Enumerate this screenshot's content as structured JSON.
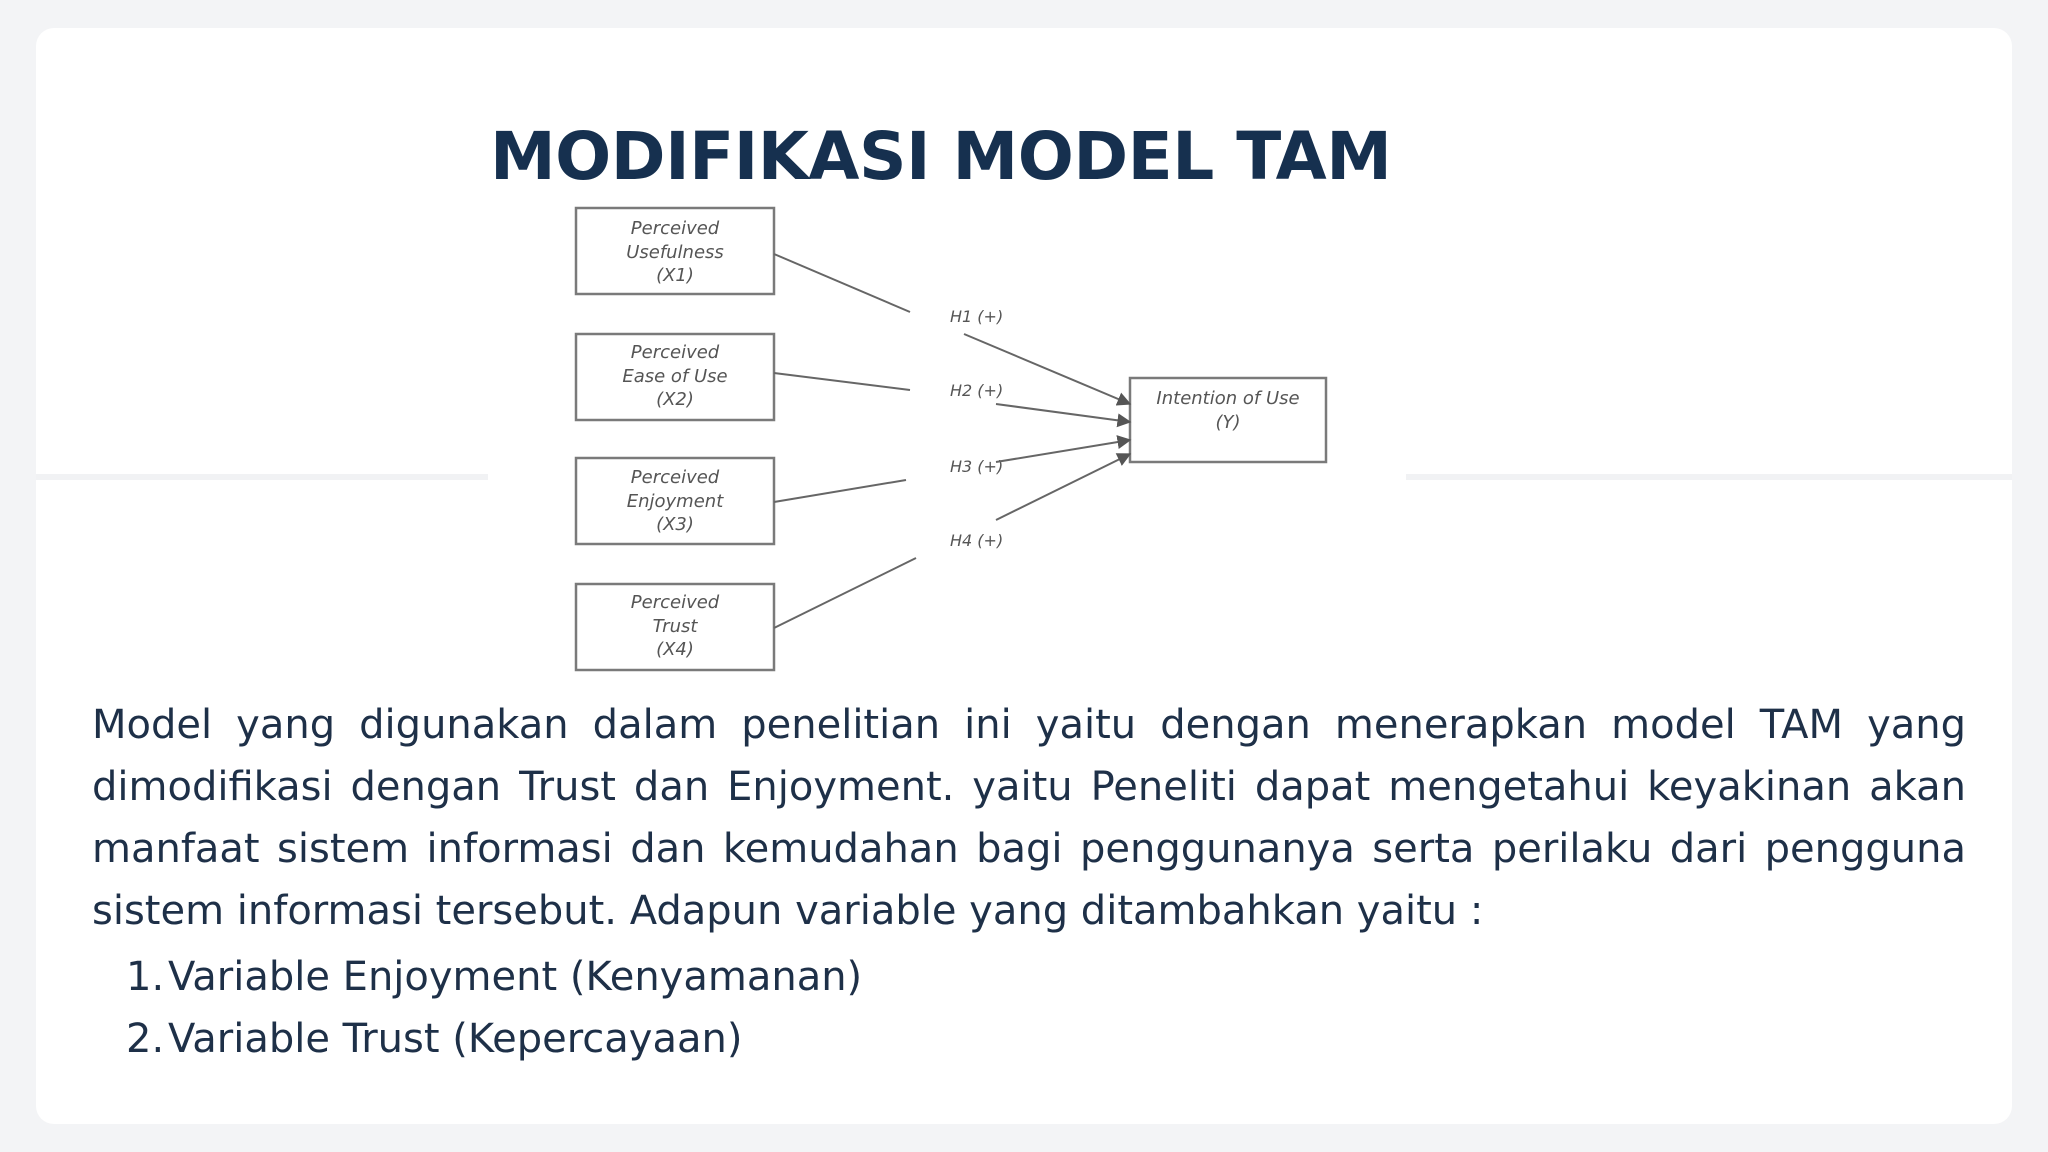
{
  "slide": {
    "title": "MODIFIKASI MODEL TAM",
    "paragraph": "Model yang digunakan dalam penelitian ini yaitu dengan menerapkan model TAM yang dimodifikasi dengan Trust dan Enjoyment. yaitu Peneliti dapat mengetahui keyakinan akan manfaat sistem informasi dan kemudahan bagi penggunanya serta perilaku dari pengguna sistem informasi tersebut. Adapun variable yang ditambahkan yaitu :",
    "list": [
      {
        "num": "1.",
        "text": "Variable Enjoyment (Kenyamanan)"
      },
      {
        "num": "2.",
        "text": "Variable Trust (Kepercayaan)"
      }
    ]
  },
  "diagram": {
    "x1": {
      "line1": "Perceived",
      "line2": "Usefulness",
      "line3": "(X1)"
    },
    "x2": {
      "line1": "Perceived",
      "line2": "Ease of Use",
      "line3": "(X2)"
    },
    "x3": {
      "line1": "Perceived",
      "line2": "Enjoyment",
      "line3": "(X3)"
    },
    "x4": {
      "line1": "Perceived",
      "line2": "Trust",
      "line3": "(X4)"
    },
    "y": {
      "line1": "Intention of Use",
      "line2": "(Y)"
    },
    "h1": "H1 (+)",
    "h2": "H2 (+)",
    "h3": "H3 (+)",
    "h4": "H4 (+)"
  },
  "colors": {
    "title": "#16304f",
    "text": "#1e3048",
    "diagram_stroke": "#7a7a7a"
  }
}
